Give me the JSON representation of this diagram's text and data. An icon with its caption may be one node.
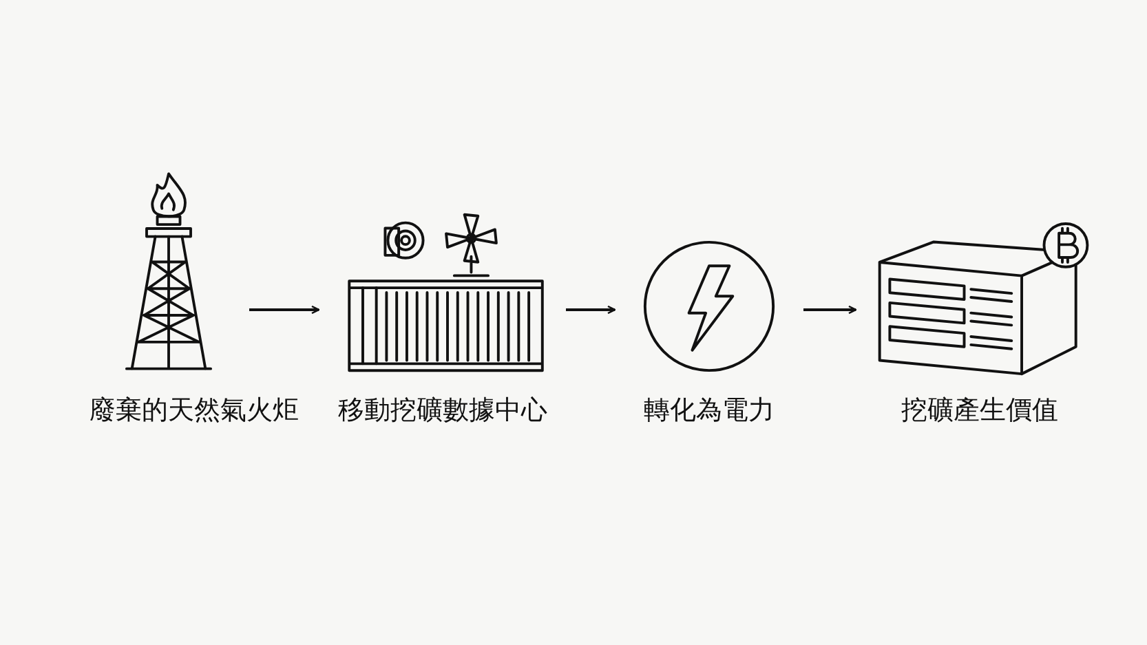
{
  "diagram": {
    "nodes": [
      {
        "text": [
          "廢棄的天然氣火炬"
        ]
      },
      {
        "text": [
          "移動挖礦數據中心"
        ]
      },
      {
        "text": [
          "轉化為電力"
        ]
      },
      {
        "text": [
          "挖礦產生價值"
        ]
      }
    ],
    "edges": [
      {
        "from": 0,
        "to": 1,
        "arrow": "to"
      },
      {
        "from": 1,
        "to": 2,
        "arrow": "to"
      },
      {
        "from": 2,
        "to": 3,
        "arrow": "to"
      }
    ]
  }
}
